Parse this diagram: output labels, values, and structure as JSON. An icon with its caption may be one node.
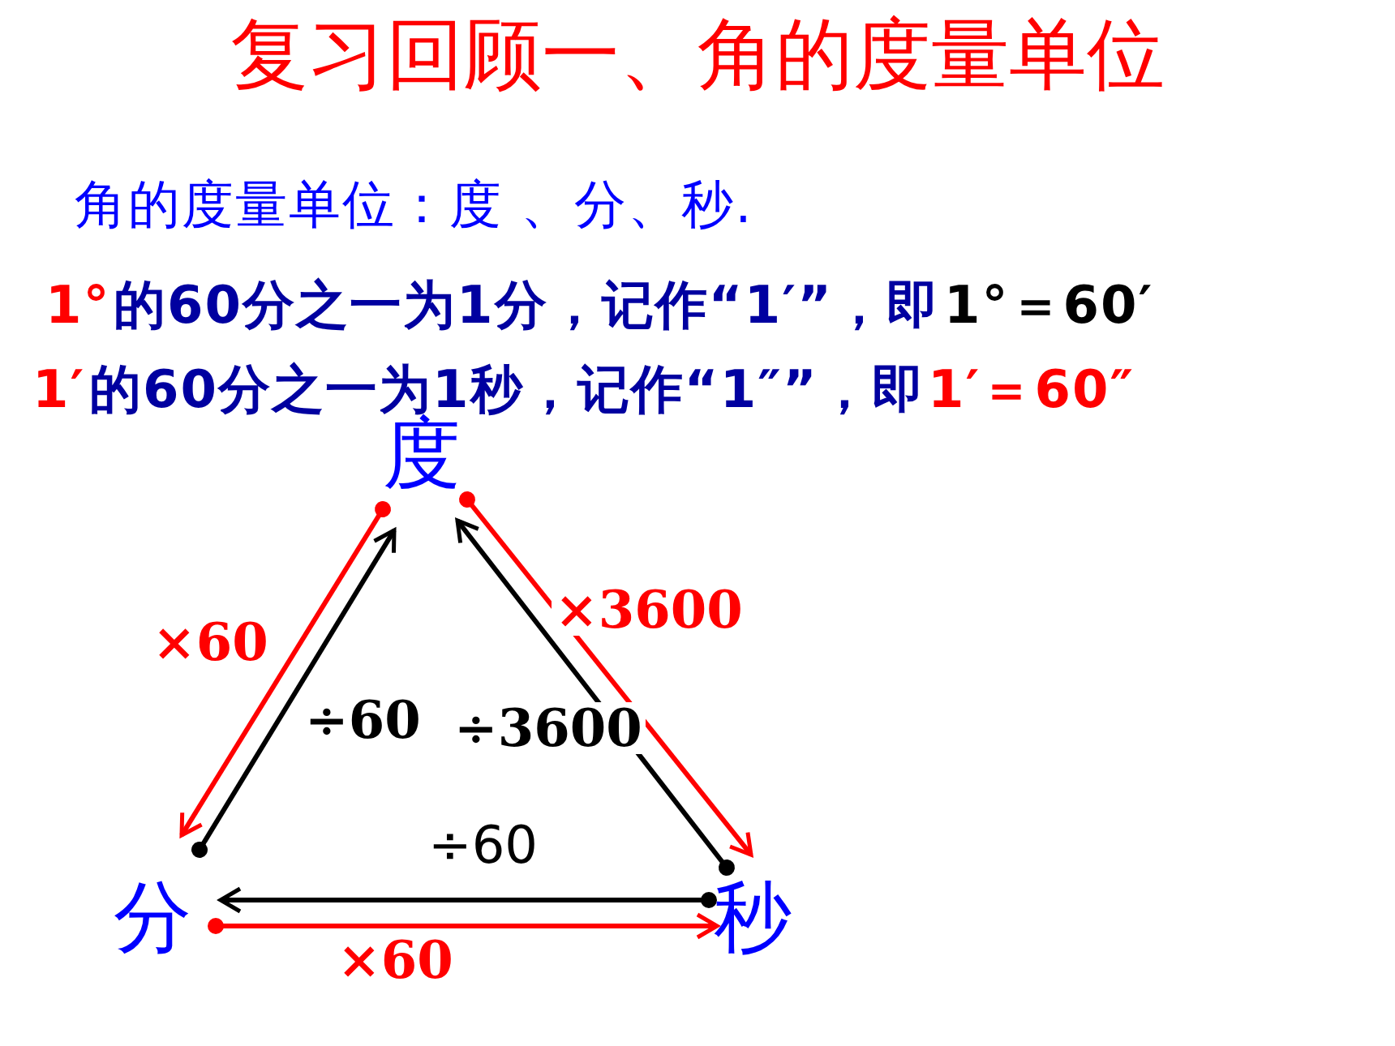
{
  "diagram": {
    "title": "复习回顾一、角的度量单位",
    "nodes": [
      {
        "text": [
          "度"
        ]
      },
      {
        "text": [
          "分"
        ]
      },
      {
        "text": [
          "秒"
        ]
      }
    ],
    "edges": [
      {
        "from": 0,
        "to": 1,
        "arrow": "to",
        "label": "×60",
        "color": "#ff0000"
      },
      {
        "from": 1,
        "to": 0,
        "arrow": "to",
        "label": "÷60",
        "color": "#000000"
      },
      {
        "from": 0,
        "to": 2,
        "arrow": "to",
        "label": "×3600",
        "color": "#ff0000"
      },
      {
        "from": 2,
        "to": 0,
        "arrow": "to",
        "label": "÷3600",
        "color": "#000000"
      },
      {
        "from": 2,
        "to": 1,
        "arrow": "to",
        "label": "÷60",
        "color": "#000000"
      },
      {
        "from": 1,
        "to": 2,
        "arrow": "to",
        "label": "×60",
        "color": "#ff0000"
      }
    ],
    "labels": [
      "角的度量单位：度 、分、秒.",
      "1°",
      "的60分之一为1分，记作“1′”，即",
      "1°＝60′",
      "1′",
      "的60分之一为1秒，记作“1″”，即",
      "1′＝60″"
    ]
  }
}
